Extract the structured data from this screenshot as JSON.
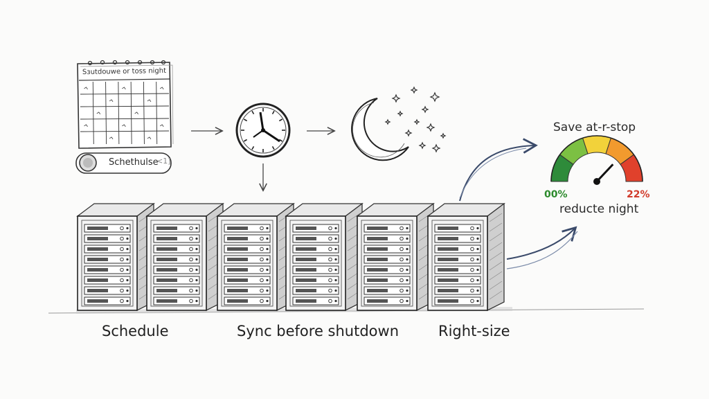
{
  "calendar": {
    "title": "Sзutdouwe or toss night"
  },
  "toggle": {
    "label": "Schethulse",
    "suffix": "<1]"
  },
  "gauge": {
    "title": "Save at-r-stop",
    "left_label": "00%",
    "right_label": "22%",
    "subtitle": "reducte night",
    "colors": [
      "#2e8b3a",
      "#7cc043",
      "#f2d23a",
      "#f29a2e",
      "#e0412c"
    ]
  },
  "captions": {
    "schedule": "Schedule",
    "sync": "Sync before shutdown",
    "rightsize": "Right-size"
  },
  "icons": [
    "calendar-icon",
    "toggle-switch-icon",
    "clock-icon",
    "crescent-moon-icon",
    "stars-icon",
    "server-rack-icon",
    "gauge-icon",
    "curved-arrow-icon"
  ]
}
